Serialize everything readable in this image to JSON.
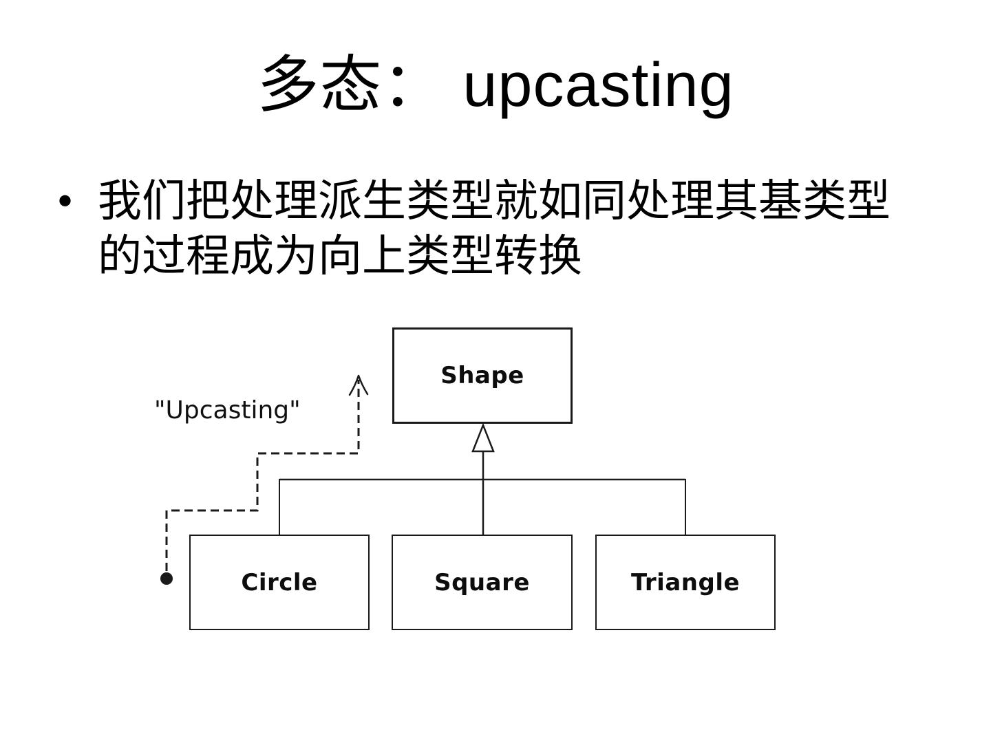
{
  "slide": {
    "title": "多态： upcasting",
    "bullet": {
      "marker": "•",
      "lines": [
        "我们把处理派生类型就如同处理其基类型",
        "的过程成为向上类型转换"
      ]
    }
  },
  "diagram": {
    "upcasting_label": "\"Upcasting\"",
    "nodes": {
      "base": "Shape",
      "derived": [
        "Circle",
        "Square",
        "Triangle"
      ]
    },
    "colors": {
      "background": "#ffffff",
      "stroke": "#1a1a1a",
      "text": "#000000"
    }
  }
}
